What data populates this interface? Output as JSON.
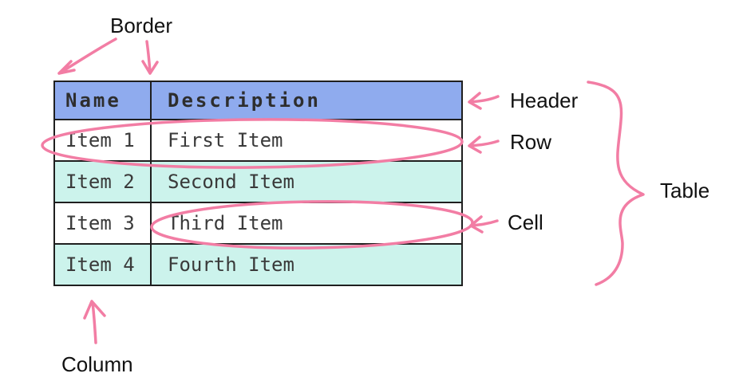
{
  "diagram": {
    "labels": {
      "border": "Border",
      "header": "Header",
      "row": "Row",
      "cell": "Cell",
      "table": "Table",
      "column": "Column"
    }
  },
  "table": {
    "columns": [
      "Name",
      "Description"
    ],
    "rows": [
      [
        "Item 1",
        "First Item"
      ],
      [
        "Item 2",
        "Second Item"
      ],
      [
        "Item 3",
        "Third Item"
      ],
      [
        "Item 4",
        "Fourth Item"
      ]
    ]
  },
  "colors": {
    "header_bg": "#8fabee",
    "stripe_bg": "#ccf3ec",
    "row_bg": "#ffffff",
    "annotation_pink": "#f27da4",
    "table_border": "#1f1f1f",
    "table_text": "#3a3a3a",
    "label_text": "#111111"
  }
}
